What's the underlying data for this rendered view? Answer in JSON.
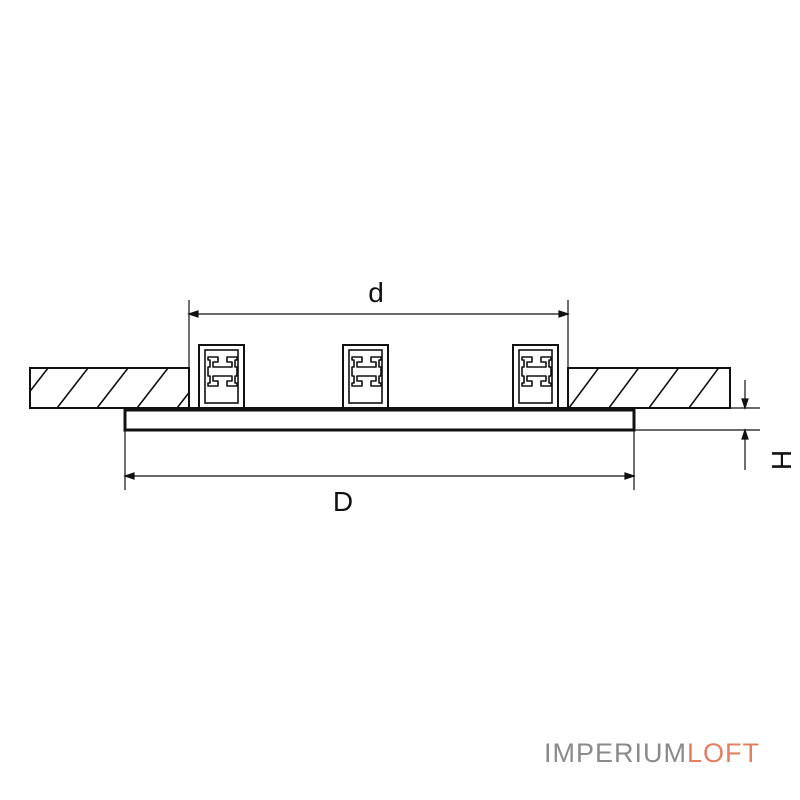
{
  "drawing": {
    "labels": {
      "inner_width": "d",
      "outer_width": "D",
      "height": "H"
    },
    "clip_count": 3
  },
  "watermark": {
    "part1": "IMPERIUM",
    "part2": "LOFT",
    "colors": {
      "part1": "#8a8a8a",
      "part2": "#e08060"
    }
  },
  "colors": {
    "stroke": "#111111",
    "background": "#ffffff"
  }
}
